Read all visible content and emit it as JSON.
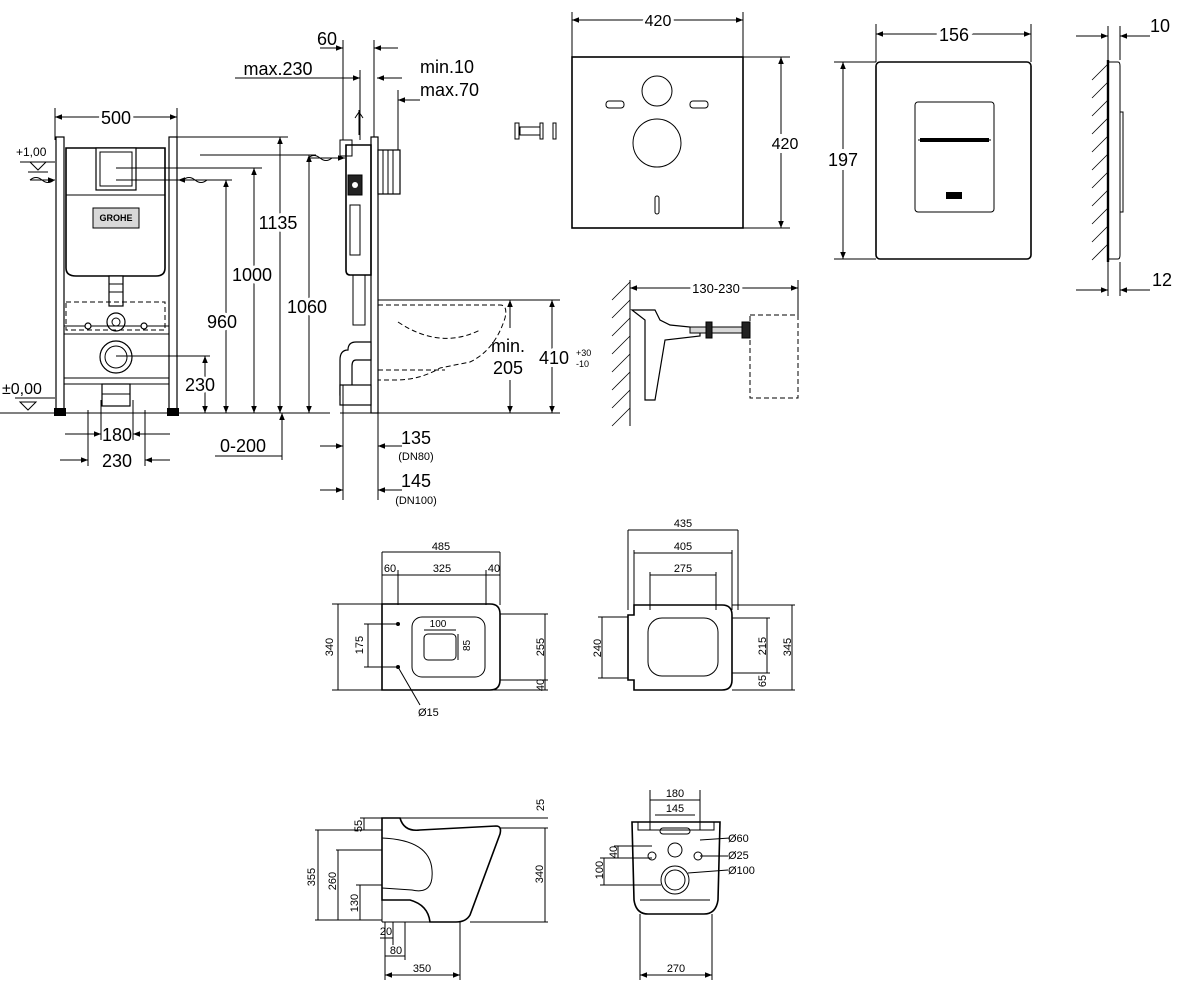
{
  "frame_front": {
    "width": "500",
    "level_top": "+1,00",
    "level_zero": "±0,00",
    "h_960": "960",
    "h_1000": "1000",
    "h_1135": "1135",
    "h_1060": "1060",
    "h_230": "230",
    "w_180": "180",
    "w_230": "230",
    "range_0_200": "0-200",
    "brand": "GROHE"
  },
  "frame_side": {
    "d60": "60",
    "max230": "max.230",
    "min10": "min.10",
    "max70": "max.70",
    "d135": "135",
    "dn80": "(DN80)",
    "d145": "145",
    "dn100": "(DN100)",
    "min": "min.",
    "d205": "205",
    "d410": "410",
    "tol_plus": "+30",
    "tol_minus": "-10"
  },
  "mat": {
    "w": "420",
    "h": "420"
  },
  "bracket": {
    "range": "130-230"
  },
  "plate": {
    "w": "156",
    "h": "197",
    "depth": "10",
    "depth2": "12"
  },
  "bowl_top": {
    "d485": "485",
    "d60": "60",
    "d325": "325",
    "d40": "40",
    "d340": "340",
    "d175": "175",
    "d100": "100",
    "d85": "85",
    "d255": "255",
    "d40b": "40",
    "dia15": "Ø15"
  },
  "seat_top": {
    "d435": "435",
    "d405": "405",
    "d275": "275",
    "d240": "240",
    "d215": "215",
    "d345": "345",
    "d65": "65"
  },
  "bowl_side": {
    "d25": "25",
    "d55": "55",
    "d355": "355",
    "d260": "260",
    "d130": "130",
    "d340": "340",
    "d20": "20",
    "d80": "80",
    "d350": "350"
  },
  "bowl_back": {
    "d180": "180",
    "d145": "145",
    "d40": "40",
    "d100": "100",
    "dia60": "Ø60",
    "dia25": "Ø25",
    "dia100": "Ø100",
    "d270": "270"
  }
}
